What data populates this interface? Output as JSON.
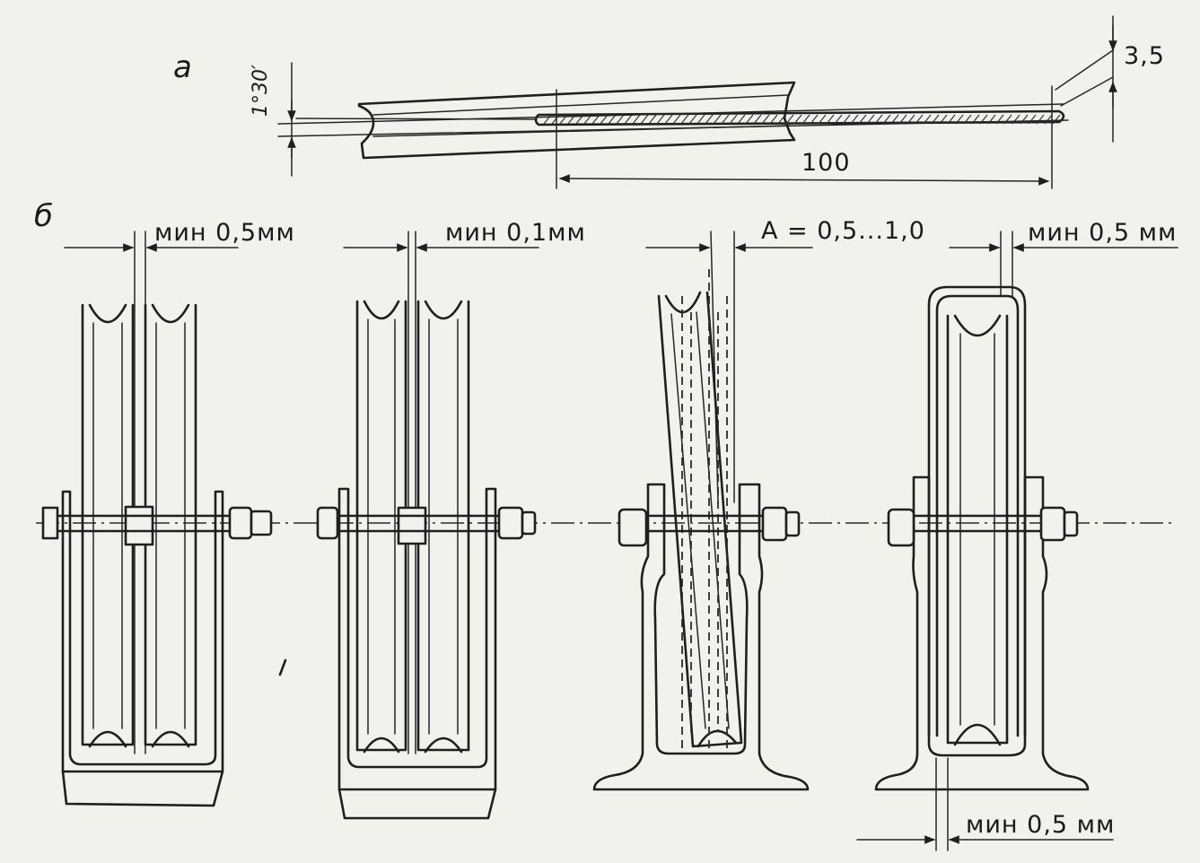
{
  "part_labels": {
    "a": "а",
    "b": "б"
  },
  "angle_label": "1°30′",
  "dimensions": {
    "thickness": "3,5",
    "length": "100"
  },
  "clearances": [
    "мин 0,5мм",
    "мин 0,1мм",
    "A = 0,5...1,0",
    "мин 0,5 мм"
  ],
  "bottom_clearance": "мин 0,5 мм"
}
